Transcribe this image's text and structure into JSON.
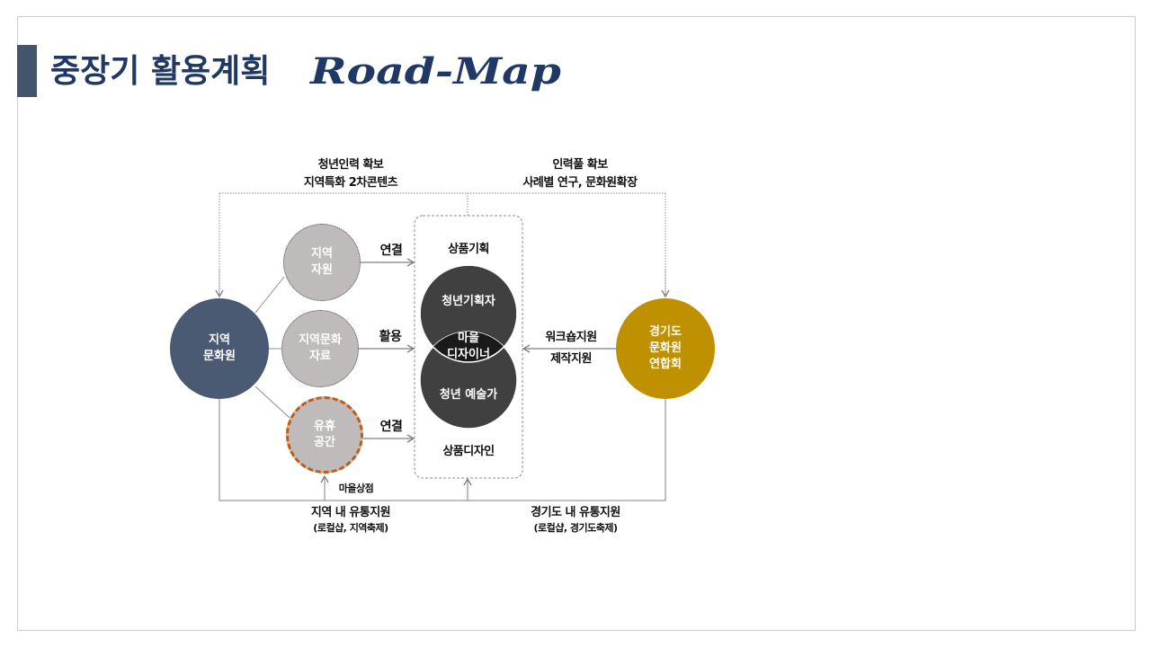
{
  "title": {
    "main": "중장기 활용계획",
    "sub": "Road-Map"
  },
  "top_labels": {
    "left": [
      "청년인력 확보",
      "지역특화 2차콘텐츠"
    ],
    "right": [
      "인력풀 확보",
      "사례별 연구, 문화원확장"
    ]
  },
  "nodes": {
    "region": "지역\n문화원",
    "gyeonggi": "경기도\n문화원\n연합회",
    "resource": "지역\n자원",
    "culture": "지역문화\n자료",
    "space": "유휴\n공간"
  },
  "arrows": {
    "link1": "연결",
    "use": "활용",
    "link2": "연결"
  },
  "center": {
    "top_label": "상품기획",
    "bottom_label": "상품디자인",
    "circle_top": "청년기획자",
    "circle_bottom": "청년 예술가",
    "overlap": [
      "마을",
      "디자이너"
    ]
  },
  "right_arrow_labels": [
    "워크숍지원",
    "제작지원"
  ],
  "village_store": "마을상점",
  "bottom_labels": {
    "left": {
      "main": "지역 내 유통지원",
      "sub": "(로컬샵, 지역축제)"
    },
    "right": {
      "main": "경기도 내 유통지원",
      "sub": "(로컬샵, 경기도축제)"
    }
  },
  "colors": {
    "title": "#1f3864",
    "title_bar": "#44546a",
    "region_node": "#4a5a72",
    "gyeonggi_node": "#bf9000",
    "resource_nodes": "#bfbbbb",
    "space_border": "#c55a11",
    "center_circles": "#404040",
    "overlap": "#1a1a1a"
  }
}
